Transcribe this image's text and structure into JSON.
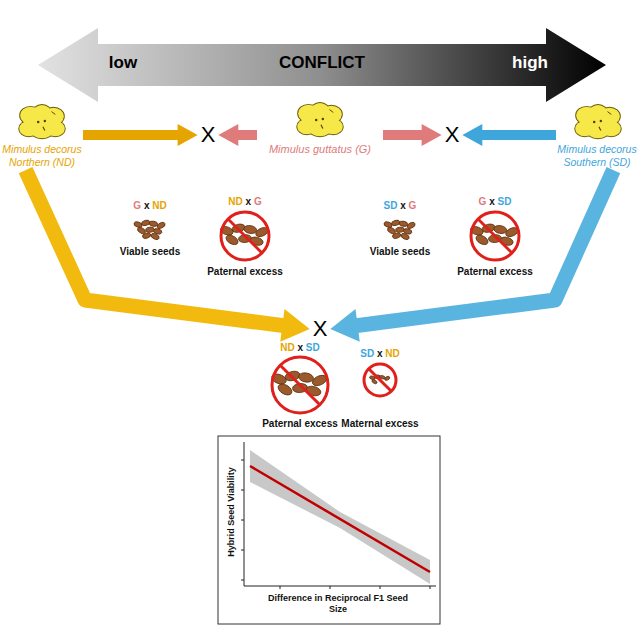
{
  "diagram": {
    "nodes": [
      {
        "text": [
          "low",
          "CONFLICT",
          "high"
        ]
      },
      {
        "text": [
          "Mimulus decorus Northern (ND)"
        ]
      },
      {
        "text": [
          "X"
        ]
      },
      {
        "text": [
          "Mimulus guttatus (G)"
        ]
      },
      {
        "text": [
          "X"
        ]
      },
      {
        "text": [
          "Mimulus decorus Southern (SD)"
        ]
      },
      {
        "text": [
          "X"
        ]
      }
    ],
    "edges": [
      {
        "from": 1,
        "to": 2,
        "arrow": "to"
      },
      {
        "from": 3,
        "to": 2,
        "arrow": "to"
      },
      {
        "from": 3,
        "to": 4,
        "arrow": "to"
      },
      {
        "from": 5,
        "to": 4,
        "arrow": "to"
      },
      {
        "from": 1,
        "to": 6,
        "arrow": "to"
      },
      {
        "from": 5,
        "to": 6,
        "arrow": "to"
      }
    ],
    "labels": [
      "G x ND",
      "Viable seeds",
      "ND x G",
      "Paternal excess",
      "SD x G",
      "Viable seeds",
      "G x SD",
      "Paternal excess",
      "ND x SD",
      "SD x ND",
      "Paternal excess",
      "Maternal excess",
      "Hybrid Seed Viability",
      "Difference in Reciprocal F1 Seed Size"
    ]
  }
}
